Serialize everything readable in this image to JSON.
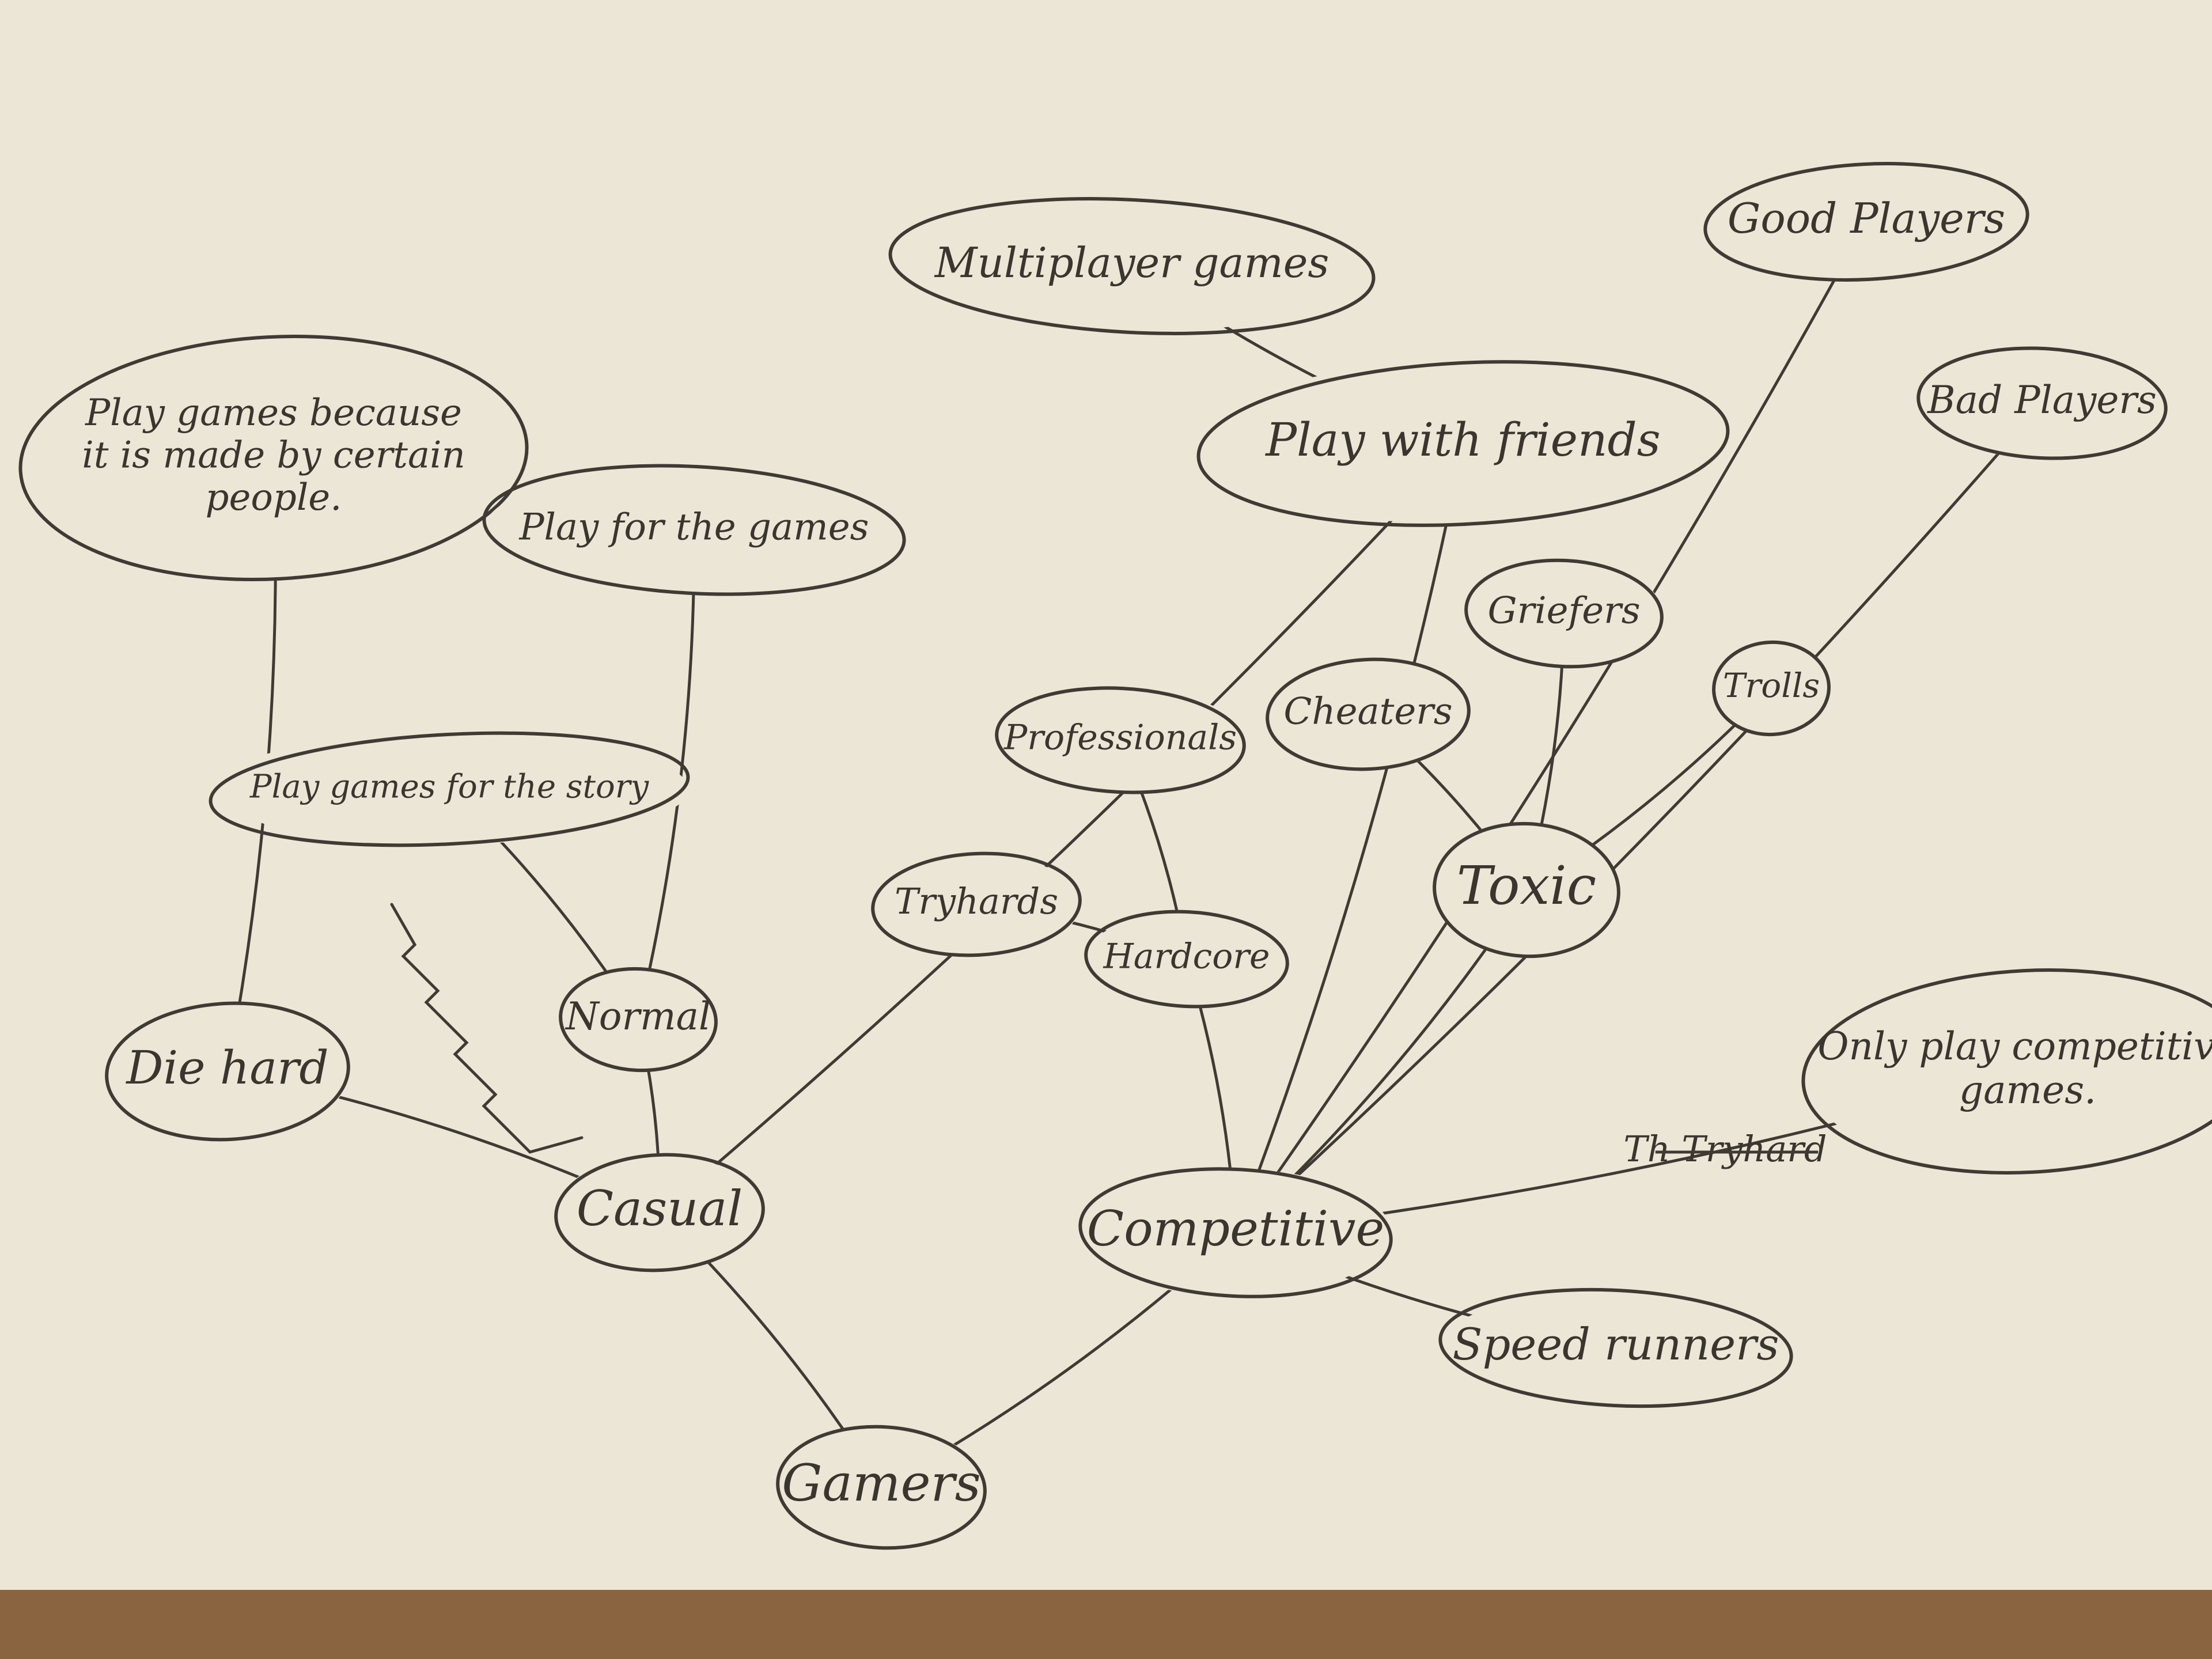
{
  "diagram": {
    "nodes": [
      {
        "id": "gamers",
        "label": [
          "Gamers"
        ]
      },
      {
        "id": "casual",
        "label": [
          "Casual"
        ]
      },
      {
        "id": "competitive",
        "label": [
          "Competitive"
        ]
      },
      {
        "id": "diehard",
        "label": [
          "Die hard"
        ]
      },
      {
        "id": "normal",
        "label": [
          "Normal"
        ]
      },
      {
        "id": "certain_people",
        "label": [
          "Play games because",
          "it is made by certain",
          "people."
        ]
      },
      {
        "id": "for_games",
        "label": [
          "Play for the games"
        ]
      },
      {
        "id": "story",
        "label": [
          "Play games for the story"
        ]
      },
      {
        "id": "multiplayer",
        "label": [
          "Multiplayer games"
        ]
      },
      {
        "id": "friends",
        "label": [
          "Play with friends"
        ]
      },
      {
        "id": "professionals",
        "label": [
          "Professionals"
        ]
      },
      {
        "id": "tryhards",
        "label": [
          "Tryhards"
        ]
      },
      {
        "id": "hardcore",
        "label": [
          "Hardcore"
        ]
      },
      {
        "id": "cheaters",
        "label": [
          "Cheaters"
        ]
      },
      {
        "id": "griefers",
        "label": [
          "Griefers"
        ]
      },
      {
        "id": "trolls",
        "label": [
          "Trolls"
        ]
      },
      {
        "id": "toxic",
        "label": [
          "Toxic"
        ]
      },
      {
        "id": "good_players",
        "label": [
          "Good Players"
        ]
      },
      {
        "id": "bad_players",
        "label": [
          "Bad Players"
        ]
      },
      {
        "id": "only_competitive",
        "label": [
          "Only play competitive",
          "games."
        ]
      },
      {
        "id": "speedrunners",
        "label": [
          "Speed runners"
        ]
      }
    ],
    "edges": [
      [
        "gamers",
        "casual"
      ],
      [
        "gamers",
        "competitive"
      ],
      [
        "casual",
        "diehard"
      ],
      [
        "casual",
        "normal"
      ],
      [
        "casual",
        "friends"
      ],
      [
        "diehard",
        "certain_people"
      ],
      [
        "normal",
        "for_games"
      ],
      [
        "normal",
        "story"
      ],
      [
        "multiplayer",
        "friends"
      ],
      [
        "competitive",
        "friends"
      ],
      [
        "competitive",
        "hardcore"
      ],
      [
        "competitive",
        "toxic"
      ],
      [
        "competitive",
        "good_players"
      ],
      [
        "competitive",
        "bad_players"
      ],
      [
        "competitive",
        "only_competitive"
      ],
      [
        "competitive",
        "speedrunners"
      ],
      [
        "hardcore",
        "professionals"
      ],
      [
        "hardcore",
        "tryhards"
      ],
      [
        "toxic",
        "cheaters"
      ],
      [
        "toxic",
        "griefers"
      ],
      [
        "toxic",
        "trolls"
      ]
    ],
    "notes": [
      {
        "id": "crossed_tryhard",
        "text": "Th Tryhard",
        "crossed_out": true
      }
    ]
  }
}
